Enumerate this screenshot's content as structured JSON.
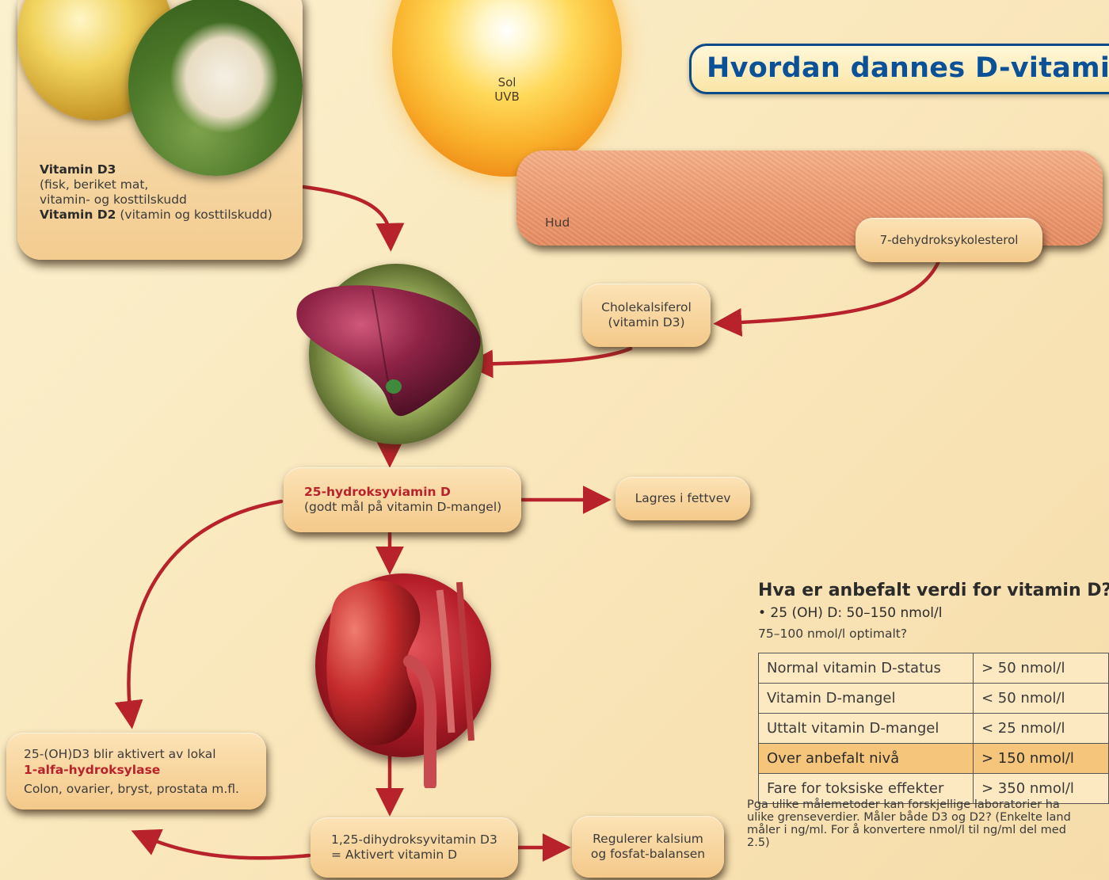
{
  "title": "Hvordan dannes D-vitamin?",
  "sun": {
    "line1": "Sol",
    "line2": "UVB"
  },
  "food": {
    "d3_title": "Vitamin D3",
    "d3_line1": "(fisk, beriket mat,",
    "d3_line2": "vitamin- og kosttilskudd",
    "d2_title": "Vitamin D2",
    "d2_desc": " (vitamin og kosttilskudd)"
  },
  "skin_label": "Hud",
  "nodes": {
    "dehydro": "7-dehydroksykolesterol",
    "chole_1": "Cholekalsiferol",
    "chole_2": "(vitamin D3)",
    "hydroxy_title": "25-hydroksyviamin D",
    "hydroxy_desc": "(godt mål på vitamin D-mangel)",
    "fat": "Lagres i fettvev",
    "local_line1": "25-(OH)D3 blir aktivert av lokal",
    "local_enzyme": "1-alfa-hydroksylase",
    "local_line3": "Colon, ovarier, bryst, prostata m.fl.",
    "active_1": "1,25-dihydroksyvitamin D3",
    "active_2": "= Aktivert vitamin D",
    "reg_1": "Regulerer kalsium",
    "reg_2": "og fosfat-balansen"
  },
  "recommend": {
    "heading": "Hva er anbefalt verdi for vitamin D?",
    "bullet": "• 25 (OH) D: 50–150 nmol/l",
    "optimal": "75–100 nmol/l optimalt?",
    "rows": [
      {
        "label": "Normal vitamin D-status",
        "value": "> 50 nmol/l"
      },
      {
        "label": "Vitamin D-mangel",
        "value": "< 50 nmol/l"
      },
      {
        "label": "Uttalt vitamin D-mangel",
        "value": "< 25 nmol/l"
      },
      {
        "label": "Over anbefalt nivå",
        "value": "> 150 nmol/l"
      },
      {
        "label": "Fare for toksiske effekter",
        "value": "> 350 nmol/l"
      }
    ],
    "note": "Pga ulike målemetoder kan forskjellige laboratorier ha ulike grenseverdier. Måler både D3 og D2? (Enkelte land måler i ng/ml. For å konvertere nmol/l til ng/ml del med 2.5)"
  },
  "colors": {
    "arrow": "#b8232b",
    "title": "#0b5198",
    "box": "#f4c98a"
  }
}
